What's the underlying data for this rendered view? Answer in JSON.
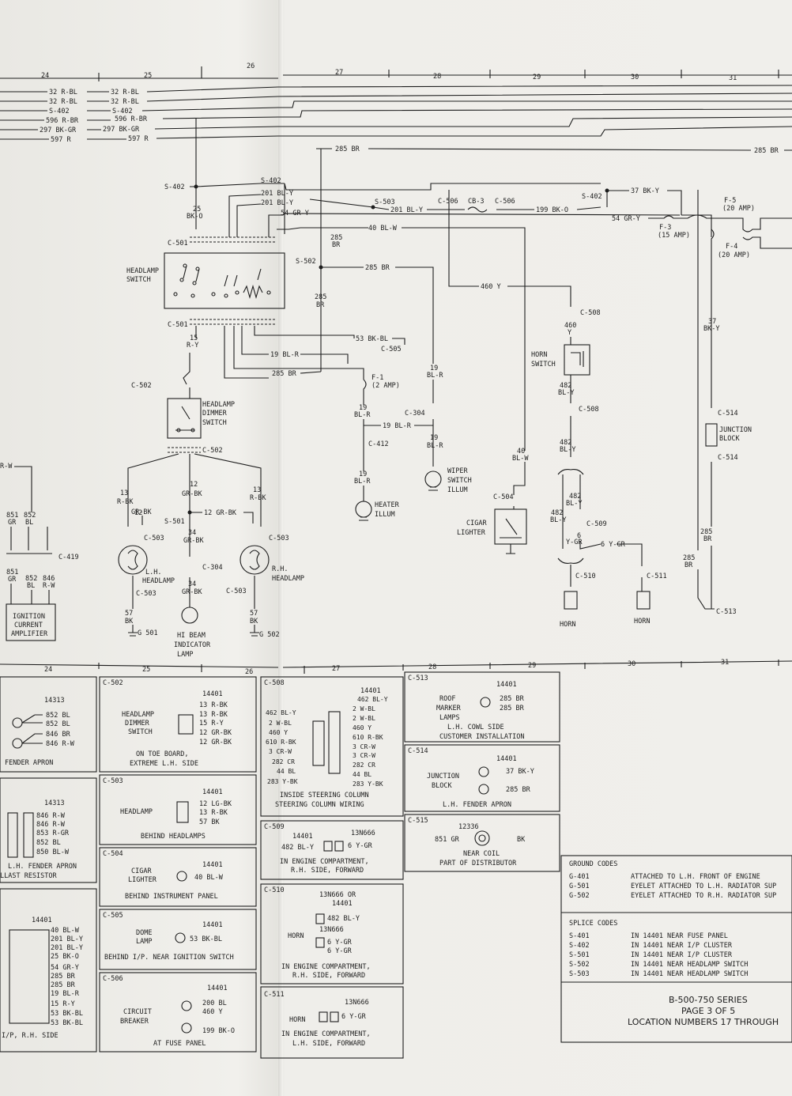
{
  "grid": {
    "top": [
      "24",
      "25",
      "26",
      "27",
      "28",
      "29",
      "30",
      "31"
    ],
    "bottom": [
      "24",
      "25",
      "26",
      "27",
      "28",
      "29",
      "30",
      "31"
    ]
  },
  "bus": {
    "w1a": "32 R-BL",
    "w1b": "32 R-BL",
    "w2a": "32 R-BL",
    "w2b": "32 R-BL",
    "w3a": "S-402",
    "w3b": "S-402",
    "w4a": "596 R-BR",
    "w4b": "596 R-BR",
    "w5a": "297 BK-GR",
    "w5b": "297 BK-GR",
    "w6a": "597 R",
    "w6b": "597 R",
    "br_top": "285 BR",
    "br_top_r": "285 BR"
  },
  "labels": {
    "s402_left": "S-402",
    "s402_top": "S-402",
    "bl_y1": "201 BL-Y",
    "bl_y2": "201 BL-Y",
    "gr_y": "54 GR-Y",
    "bko_num": "25",
    "bko": "BK-O",
    "s503": "S-503",
    "w201bly": "201 BL-Y",
    "c506a": "C-506",
    "cb3": "CB-3",
    "c506b": "C-506",
    "w199": "199 BK-O",
    "s402_r": "S-402",
    "w37": "37 BK-Y",
    "w54": "54 GR-Y",
    "f5": "F-5",
    "f5amp": "(20 AMP)",
    "f3": "F-3",
    "f3amp": "(15 AMP)",
    "f4": "F-4",
    "f4amp": "(20 AMP)",
    "w40blw": "40 BL-W",
    "w285a": "285",
    "w285b": "BR",
    "c501top": "C-501",
    "hs1": "HEADLAMP",
    "hs2": "SWITCH",
    "s502": "S-502",
    "w285br": "285 BR",
    "w285v": "285",
    "w285vb": "BR",
    "w460y": "460 Y",
    "c508a": "C-508",
    "w460": "460",
    "w460b": "Y",
    "horn1": "HORN",
    "horn2": "SWITCH",
    "c501bot": "C-501",
    "w15": "15",
    "w15b": "R-Y",
    "w53": "53 BK-BL",
    "c505": "C-505",
    "w19blr": "19 BL-R",
    "w285br2": "285 BR",
    "f1": "F-1",
    "f1amp": "(2 AMP)",
    "w19v": "19",
    "w19vb": "BL-R",
    "c502a": "C-502",
    "hd1": "HEADLAMP",
    "hd2": "DIMMER",
    "hd3": "SWITCH",
    "w19c": "19",
    "w19cb": "BL-R",
    "c304a": "C-304",
    "w19blr2": "19 BL-R",
    "c412": "C-412",
    "w19d": "19",
    "w19db": "BL-R",
    "w482": "482",
    "w482b": "BL-Y",
    "c508b": "C-508",
    "w37v": "37",
    "w37vb": "BK-Y",
    "c514a": "C-514",
    "jb1": "JUNCTION",
    "jb2": "BLOCK",
    "c514b": "C-514",
    "w19e": "19",
    "w19eb": "BL-R",
    "w482c": "482",
    "w482cb": "BL-Y",
    "c502b": "C-502",
    "rw": "R-W",
    "w13a": "13",
    "w13ab": "R-BK",
    "w12a": "12",
    "w12ab": "GR-BK",
    "w13b": "13",
    "w13bb": "R-BK",
    "w40v": "40",
    "w40vb": "BL-W",
    "wiper1": "WIPER",
    "wiper2": "SWITCH",
    "wiper3": "ILLUM",
    "w12b": "12",
    "w12bb": "GR-BK",
    "s501": "S-501",
    "w12c": "12 GR-BK",
    "heater1": "HEATER",
    "heater2": "ILLUM",
    "c504": "C-504",
    "w482d": "482",
    "w482db": "BL-Y",
    "w482e": "482",
    "w482eb": "BL-Y",
    "c509": "C-509",
    "w6": "6",
    "w6b": "Y-GR",
    "w6ygr": "6 Y-GR",
    "cig1": "CIGAR",
    "cig2": "LIGHTER",
    "w285f": "285",
    "w285fb": "BR",
    "w285g": "285",
    "w285gb": "BR",
    "w851": "851",
    "w851b": "GR",
    "w852": "852",
    "w852b": "BL",
    "c419": "C-419",
    "w851c": "851",
    "w851cb": "GR",
    "w852c": "852",
    "w852cb": "BL",
    "w846": "846",
    "w846b": "R-W",
    "c503a": "C-503",
    "lh1": "L.H.",
    "lh2": "HEADLAMP",
    "w34": "34",
    "w34b": "GR-BK",
    "c304b": "C-304",
    "c503b": "C-503",
    "rh1": "R.H.",
    "rh2": "HEADLAMP",
    "c510": "C-510",
    "c511": "C-511",
    "c503c": "C-503",
    "w34c": "34",
    "w34cb": "GR-BK",
    "c503d": "C-503",
    "ign1": "IGNITION",
    "ign2": "CURRENT",
    "ign3": "AMPLIFIER",
    "w57a": "57",
    "w57ab": "BK",
    "g501": "G 501",
    "hib1": "HI BEAM",
    "hib2": "INDICATOR",
    "hib3": "LAMP",
    "w57b": "57",
    "w57bb": "BK",
    "g502": "G 502",
    "horna": "HORN",
    "hornb": "HORN",
    "c513": "C-513"
  },
  "panels": {
    "p1": {
      "num": "14313",
      "r1": "852 BL",
      "r2": "852 BL",
      "r3": "846 BR",
      "r4": "846 R-W",
      "loc": "FENDER APRON"
    },
    "p2": {
      "num": "14313",
      "r1": "846 R-W",
      "r2": "846 R-W",
      "r3": "853 R-GR",
      "r4": "852 BL",
      "r5": "850 BL-W",
      "loc1": "L.H. FENDER APRON",
      "loc2": "LLAST RESISTOR"
    },
    "p3": {
      "num": "14401",
      "r1": "40 BL-W",
      "r2": "201 BL-Y",
      "r3": "201 BL-Y",
      "r4": "25 BK-O",
      "r5": "54 GR-Y",
      "r6": "285 BR",
      "r7": "285 BR",
      "r8": "19 BL-R",
      "r9": "15 R-Y",
      "r10": "53 BK-BL",
      "r11": "53 BK-BL",
      "loc": "I/P, R.H. SIDE"
    },
    "c502": {
      "id": "C-502",
      "num": "14401",
      "n1": "HEADLAMP",
      "n2": "DIMMER",
      "n3": "SWITCH",
      "r1": "13 R-BK",
      "r2": "13 R-BK",
      "r3": "15 R-Y",
      "r4": "12 GR-BK",
      "r5": "12 GR-BK",
      "loc1": "ON TOE BOARD,",
      "loc2": "EXTREME L.H. SIDE"
    },
    "c503": {
      "id": "C-503",
      "num": "14401",
      "n1": "HEADLAMP",
      "r1": "12 LG-BK",
      "r2": "13 R-BK",
      "r3": "57 BK",
      "loc": "BEHIND HEADLAMPS"
    },
    "c504": {
      "id": "C-504",
      "num": "14401",
      "n1": "CIGAR",
      "n2": "LIGHTER",
      "r1": "40 BL-W",
      "loc": "BEHIND INSTRUMENT PANEL"
    },
    "c505": {
      "id": "C-505",
      "num": "14401",
      "n1": "DOME",
      "n2": "LAMP",
      "r1": "53 BK-BL",
      "loc": "BEHIND I/P. NEAR IGNITION SWITCH"
    },
    "c506": {
      "id": "C-506",
      "num": "14401",
      "n1": "CIRCUIT",
      "n2": "BREAKER",
      "r1": "200 BL",
      "r2": "460 Y",
      "r3": "199 BK-O",
      "loc": "AT FUSE PANEL"
    },
    "c508": {
      "id": "C-508",
      "num": "14401",
      "r1": "462 BL-Y",
      "r2": "2 W-BL",
      "r3": "2 W-BL",
      "r4": "460 Y",
      "r5": "610 R-BK",
      "r6": "3 CR-W",
      "r7": "3 CR-W",
      "r8": "282 CR",
      "r9": "44 BL",
      "r10": "283 Y-BK",
      "l1": "462 BL-Y",
      "l2": "2 W-BL",
      "l3": "460 Y",
      "l4": "610 R-BK",
      "l5": "3 CR-W",
      "l6": "282 CR",
      "l7": "44 BL",
      "l8": "283 Y-BK",
      "loc1": "INSIDE STEERING COLUMN",
      "loc2": "STEERING COLUMN WIRING"
    },
    "c509": {
      "id": "C-509",
      "num": "14401",
      "num2": "13N666",
      "l1": "482 BL-Y",
      "r1": "6 Y-GR",
      "loc1": "IN ENGINE COMPARTMENT,",
      "loc2": "R.H. SIDE, FORWARD"
    },
    "c510": {
      "id": "C-510",
      "num": "13N666 OR",
      "num2": "14401",
      "num3": "13N666",
      "n1": "HORN",
      "r1": "482 BL-Y",
      "r2": "6 Y-GR",
      "r3": "6 Y-GR",
      "loc1": "IN ENGINE COMPARTMENT,",
      "loc2": "R.H. SIDE, FORWARD"
    },
    "c511": {
      "id": "C-511",
      "num": "13N666",
      "n1": "HORN",
      "r1": "6 Y-GR",
      "loc1": "IN ENGINE COMPARTMENT,",
      "loc2": "L.H. SIDE, FORWARD"
    },
    "c513": {
      "id": "C-513",
      "num": "14401",
      "n1": "ROOF",
      "n2": "MARKER",
      "n3": "LAMPS",
      "r1": "285 BR",
      "r2": "285 BR",
      "loc1": "L.H. COWL SIDE",
      "loc2": "CUSTOMER INSTALLATION"
    },
    "c514": {
      "id": "C-514",
      "num": "14401",
      "n1": "JUNCTION",
      "n2": "BLOCK",
      "r1": "37 BK-Y",
      "r2": "285 BR",
      "loc": "L.H. FENDER APRON"
    },
    "c515": {
      "id": "C-515",
      "num": "12336",
      "l1": "851 GR",
      "r1": "BK",
      "loc1": "NEAR COIL",
      "loc2": "PART OF DISTRIBUTOR"
    }
  },
  "codes": {
    "ground_title": "GROUND CODES",
    "ground": [
      {
        "c": "G-401",
        "d": "ATTACHED TO L.H. FRONT OF ENGINE"
      },
      {
        "c": "G-501",
        "d": "EYELET ATTACHED TO L.H. RADIATOR SUP"
      },
      {
        "c": "G-502",
        "d": "EYELET ATTACHED TO R.H. RADIATOR SUP"
      }
    ],
    "splice_title": "SPLICE CODES",
    "splice": [
      {
        "c": "S-401",
        "d": "IN 14401 NEAR FUSE PANEL"
      },
      {
        "c": "S-402",
        "d": "IN 14401 NEAR I/P CLUSTER"
      },
      {
        "c": "S-501",
        "d": "IN 14401 NEAR I/P CLUSTER"
      },
      {
        "c": "S-502",
        "d": "IN 14401 NEAR HEADLAMP SWITCH"
      },
      {
        "c": "S-503",
        "d": "IN 14401 NEAR HEADLAMP SWITCH"
      }
    ]
  },
  "title": {
    "l1": "B-500-750 SERIES",
    "l2": "PAGE 3 OF 5",
    "l3": "LOCATION NUMBERS 17 THROUGH"
  }
}
